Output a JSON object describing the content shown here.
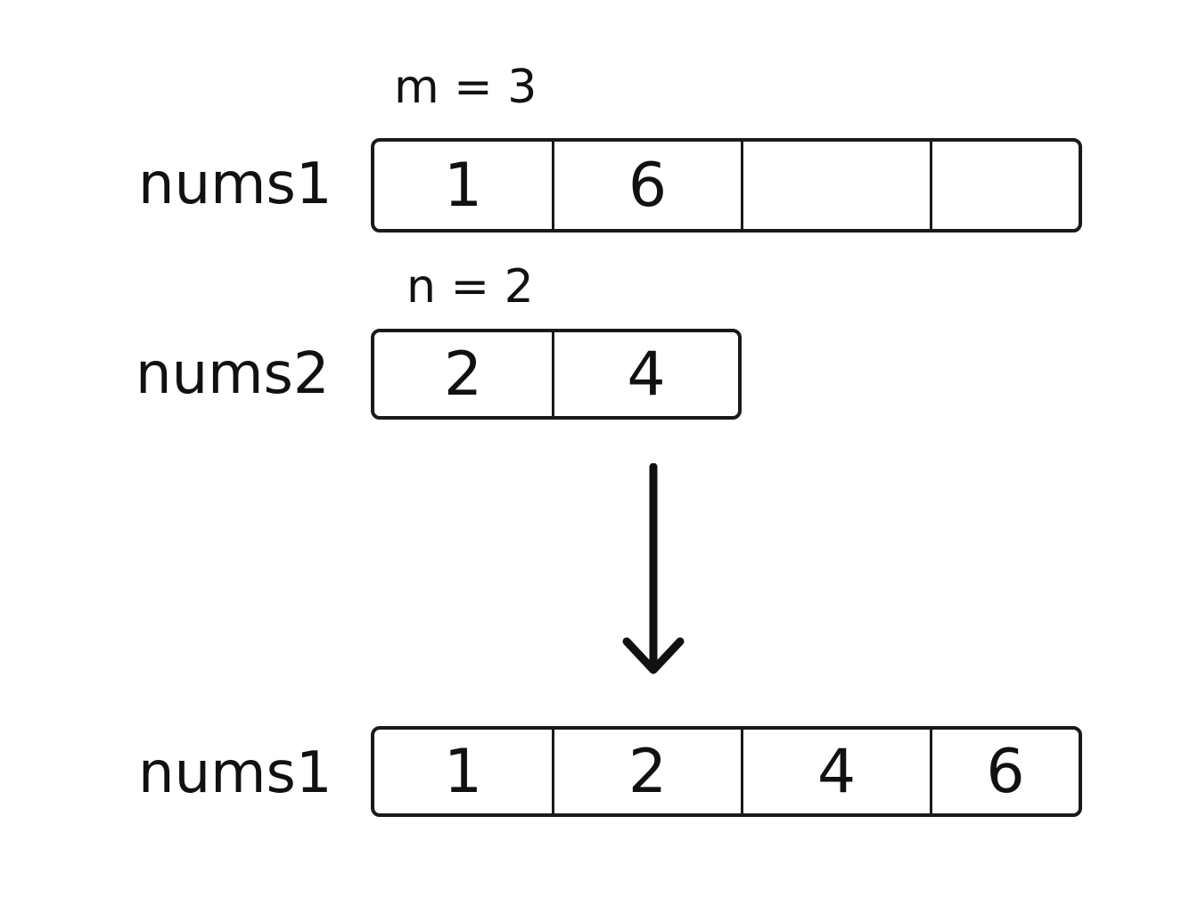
{
  "top": {
    "m_label": "m = 3",
    "array_label": "nums1",
    "cells": [
      "1",
      "6",
      "",
      ""
    ]
  },
  "middle": {
    "n_label": "n = 2",
    "array_label": "nums2",
    "cells": [
      "2",
      "4"
    ]
  },
  "arrow_icon": "down-arrow-icon",
  "bottom": {
    "array_label": "nums1",
    "cells": [
      "1",
      "2",
      "4",
      "6"
    ]
  }
}
